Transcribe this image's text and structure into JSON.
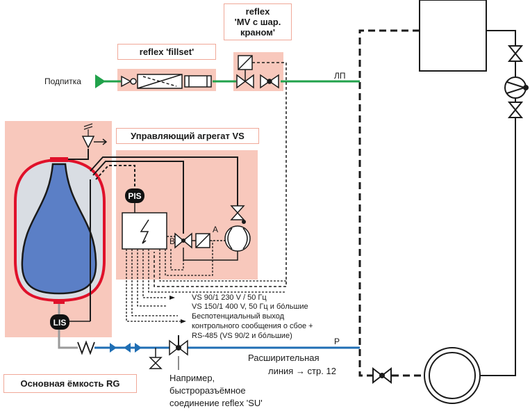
{
  "colors": {
    "zone": "#f8c8bc",
    "supply_line": "#21a24b",
    "expansion_line": "#1f6eb4",
    "vessel_shell": "#e0112a",
    "vessel_fill": "#d9dde3",
    "bladder": "#5b7fc6",
    "pipe": "#1a1a1a",
    "grey_pipe": "#9a9a9a"
  },
  "labels": {
    "fillset": "reflex 'fillset'",
    "mv_line1": "reflex",
    "mv_line2": "'MV с шар.",
    "mv_line3": "краном'",
    "control_unit": "Управляющий агрегат VS",
    "vessel": "Основная ёмкость RG",
    "feed": "Подпитка",
    "lp": "ЛП",
    "p": "P",
    "pis": "PIS",
    "lis": "LIS",
    "b": "B",
    "a": "A",
    "power_line1": "VS 90/1 230 V / 50 Гц",
    "power_line2": "VS 150/1 400 V, 50 Гц и бóльшие",
    "signal_line1": "Беспотенциальный выход",
    "signal_line2": "контрольного сообщения о сбое +",
    "signal_line3": "RS-485 (VS 90/2 и бóльшие)",
    "expansion_line1": "Расширительная",
    "expansion_line2": "линия → стр. 12",
    "coupling_line1": "Например,",
    "coupling_line2": "быстроразъёмное",
    "coupling_line3": "соединение reflex 'SU'"
  }
}
